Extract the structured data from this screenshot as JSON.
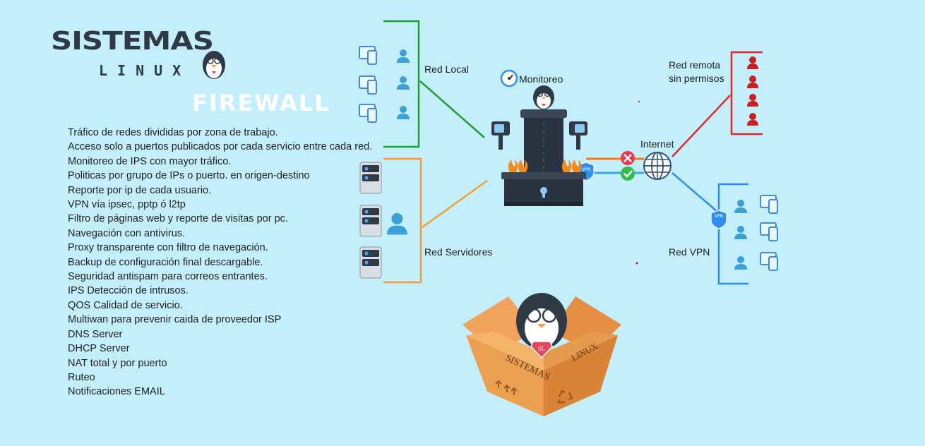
{
  "brand": {
    "title": "SISTEMAS",
    "subtitle": "LINUX",
    "heading": "FIREWALL"
  },
  "features": [
    "Tráfico de redes divididas por zona de trabajo.",
    "Acceso solo a puertos publicados por cada servicio entre cada red.",
    "Monitoreo de IPS con mayor tráfico.",
    "Politicas por grupo de IPs o puerto. en origen-destino",
    "Reporte por ip de cada usuario.",
    "VPN vía ipsec, pptp ó l2tp",
    "Filtro de páginas web y reporte de visitas por pc.",
    "Navegación con antivirus.",
    "Proxy transparente con filtro de navegación.",
    "Backup de configuración final descargable.",
    "Seguridad antispam para correos entrantes.",
    "IPS Detección de intrusos.",
    "QOS Calidad de servicio.",
    "Multiwan para prevenir caida de proveedor ISP",
    "DNS Server",
    "DHCP Server",
    "NAT total y por puerto",
    "Ruteo",
    "Notificaciones EMAIL"
  ],
  "nodes": {
    "red_local": "Red Local",
    "monitoreo": "Monitoreo",
    "red_remota_line1": "Red remota",
    "red_remota_line2": "sin permisos",
    "internet": "Internet",
    "red_servidores": "Red Servidores",
    "red_vpn": "Red VPN",
    "vpn_badge": "VPN"
  },
  "box": {
    "left_text": "SISTEMAS",
    "right_text": "LINUX",
    "badge": "SL"
  },
  "colors": {
    "background": "#c3eefc",
    "local_line": "#1e9e2e",
    "server_line": "#f0a030",
    "remote_line": "#e32626",
    "vpn_line": "#2e8ff0",
    "blocked": "#e83a4a",
    "allowed": "#2fbf47",
    "person_blue": "#3b9fd8",
    "person_red": "#cc1f1f"
  }
}
